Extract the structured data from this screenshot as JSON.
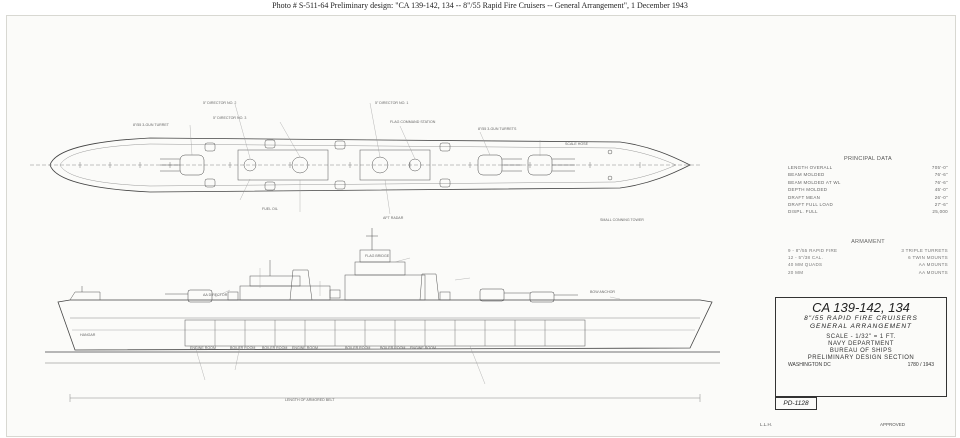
{
  "caption": "Photo # S-511-64    Preliminary design: \"CA 139-142, 134 -- 8\"/55 Rapid Fire Cruisers -- General Arrangement\", 1 December 1943",
  "labels": {
    "director_2": "5\" DIRECTOR NO. 2",
    "director_3": "5\" DIRECTOR NO. 3",
    "director_1": "5\" DIRECTOR NO. 1",
    "aft_turret": "8\"/55 3-GUN TURRET",
    "fwd_turrets": "8\"/55 3-GUN TURRETS",
    "flag_command": "FLAG COMMAND STATION",
    "scale_hose": "SCALE HOSE",
    "fuel_oil": "FUEL OIL",
    "aft_radar": "AFT RADAR",
    "bow_anchor": "BOW ANCHOR",
    "flag_bridge": "FLAG BRIDGE",
    "aa_director": "AA DIRECTOR",
    "hangar": "HANGAR",
    "length": "LENGTH OF ARMORED BELT",
    "note": "SMALL CONNING TOWER"
  },
  "rooms": [
    "ENGINE ROOM",
    "BOILER ROOM",
    "BOILER ROOM",
    "ENGINE ROOM",
    "BOILER ROOM",
    "BOILER ROOM",
    "ENGINE ROOM"
  ],
  "principal_data": {
    "heading": "PRINCIPAL DATA",
    "rows": [
      {
        "k": "LENGTH OVERALL",
        "v": "705'-0\""
      },
      {
        "k": "BEAM MOLDED",
        "v": "76'-6\""
      },
      {
        "k": "BEAM MOLDED AT WL",
        "v": "76'-6\""
      },
      {
        "k": "DEPTH MOLDED",
        "v": "45'-0\""
      },
      {
        "k": "DRAFT MEAN",
        "v": "26'-0\""
      },
      {
        "k": "DRAFT FULL LOAD",
        "v": "27'-6\""
      },
      {
        "k": "DISPL. FULL",
        "v": "25,000"
      }
    ]
  },
  "armament": {
    "heading": "ARMAMENT",
    "rows": [
      {
        "k": "9 - 8\"/55 RAPID FIRE",
        "v": "3 TRIPLE TURRETS"
      },
      {
        "k": "12 - 5\"/38 CAL.",
        "v": "6 TWIN MOUNTS"
      },
      {
        "k": "40 MM QUADS",
        "v": "AA MOUNTS"
      },
      {
        "k": "20 MM",
        "v": "AA MOUNTS"
      }
    ]
  },
  "title_block": {
    "designation": "CA 139-142, 134",
    "type": "8\"/55 RAPID FIRE CRUISERS",
    "subject": "GENERAL ARRANGEMENT",
    "scale": "SCALE - 1/32\" = 1 FT.",
    "department": "NAVY DEPARTMENT",
    "bureau": "BUREAU OF SHIPS",
    "section": "PRELIMINARY DESIGN SECTION",
    "place": "WASHINGTON DC",
    "numbers": "1780 / 1943",
    "drawing_number": "PD-1128"
  },
  "footer": {
    "initials": "L.L.H.",
    "approval": "APPROVED"
  }
}
